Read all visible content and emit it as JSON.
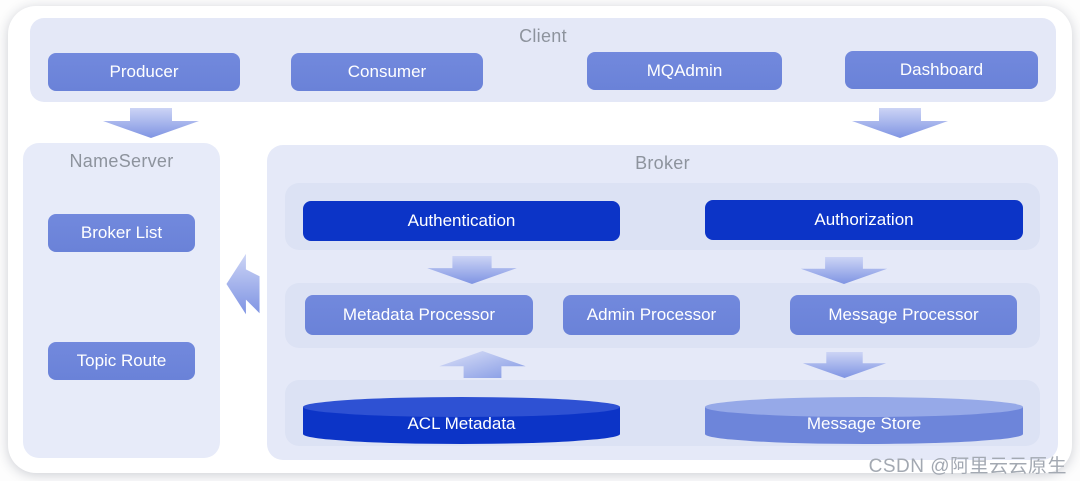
{
  "client": {
    "title": "Client",
    "items": [
      {
        "label": "Producer"
      },
      {
        "label": "Consumer"
      },
      {
        "label": "MQAdmin"
      },
      {
        "label": "Dashboard"
      }
    ]
  },
  "nameserver": {
    "title": "NameServer",
    "items": [
      {
        "label": "Broker List"
      },
      {
        "label": "Topic Route"
      }
    ]
  },
  "broker": {
    "title": "Broker",
    "auth_row": [
      {
        "label": "Authentication"
      },
      {
        "label": "Authorization"
      }
    ],
    "processor_row": [
      {
        "label": "Metadata Processor"
      },
      {
        "label": "Admin Processor"
      },
      {
        "label": "Message Processor"
      }
    ],
    "storage_row": [
      {
        "label": "ACL Metadata"
      },
      {
        "label": "Message Store"
      }
    ]
  },
  "watermark": "CSDN @阿里云云原生",
  "colors": {
    "panel_bg": "#e5e9f8",
    "band_bg": "#dce2f4",
    "node_medium": "#6d85da",
    "node_dark": "#0c34c7",
    "title_gray": "#8d939d",
    "arrow_light": "#ccd4f5",
    "arrow_deep": "#7f94e3"
  },
  "icons": {
    "down_arrow": "block arrow pointing down",
    "up_arrow": "block arrow pointing up",
    "left_arrow": "block arrow pointing left"
  }
}
